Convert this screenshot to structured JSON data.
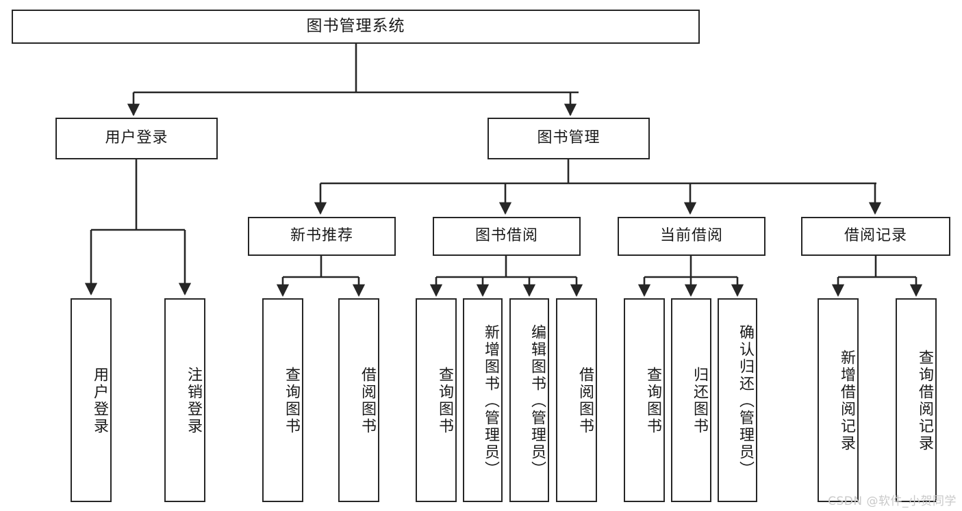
{
  "diagram": {
    "title": "图书管理系统",
    "type": "tree",
    "orientation": "top-down",
    "colors": {
      "box_border": "#262626",
      "box_fill": "#ffffff",
      "connector": "#262626",
      "text": "#1a1a1a",
      "watermark": "#c9c9c9",
      "canvas": "#ffffff"
    },
    "root": {
      "id": "root",
      "label": "图书管理系统"
    },
    "level1": [
      {
        "id": "user-login",
        "label": "用户登录"
      },
      {
        "id": "book-manage",
        "label": "图书管理"
      }
    ],
    "level2": [
      {
        "id": "new-book-rec",
        "label": "新书推荐",
        "parent": "book-manage"
      },
      {
        "id": "book-borrow",
        "label": "图书借阅",
        "parent": "book-manage"
      },
      {
        "id": "current-borrow",
        "label": "当前借阅",
        "parent": "book-manage"
      },
      {
        "id": "borrow-record",
        "label": "借阅记录",
        "parent": "book-manage"
      }
    ],
    "leaves": {
      "user_login": [
        {
          "id": "leaf-user-login",
          "label": "用户登录"
        },
        {
          "id": "leaf-user-logout",
          "label": "注销登录"
        }
      ],
      "new_book_rec": [
        {
          "id": "leaf-query-book-1",
          "label": "查询图书"
        },
        {
          "id": "leaf-borrow-book-1",
          "label": "借阅图书"
        }
      ],
      "book_borrow": [
        {
          "id": "leaf-query-book-2",
          "label": "查询图书"
        },
        {
          "id": "leaf-add-book",
          "label": "新增图书（管理员）"
        },
        {
          "id": "leaf-edit-book",
          "label": "编辑图书（管理员）"
        },
        {
          "id": "leaf-borrow-book-2",
          "label": "借阅图书"
        }
      ],
      "current_borrow": [
        {
          "id": "leaf-query-book-3",
          "label": "查询图书"
        },
        {
          "id": "leaf-return-book",
          "label": "归还图书"
        },
        {
          "id": "leaf-confirm-return",
          "label": "确认归还（管理员）"
        }
      ],
      "borrow_record": [
        {
          "id": "leaf-add-record",
          "label": "新增借阅记录"
        },
        {
          "id": "leaf-query-record",
          "label": "查询借阅记录"
        }
      ]
    }
  },
  "watermark": {
    "text": "CSDN @软件_小贺同学"
  }
}
